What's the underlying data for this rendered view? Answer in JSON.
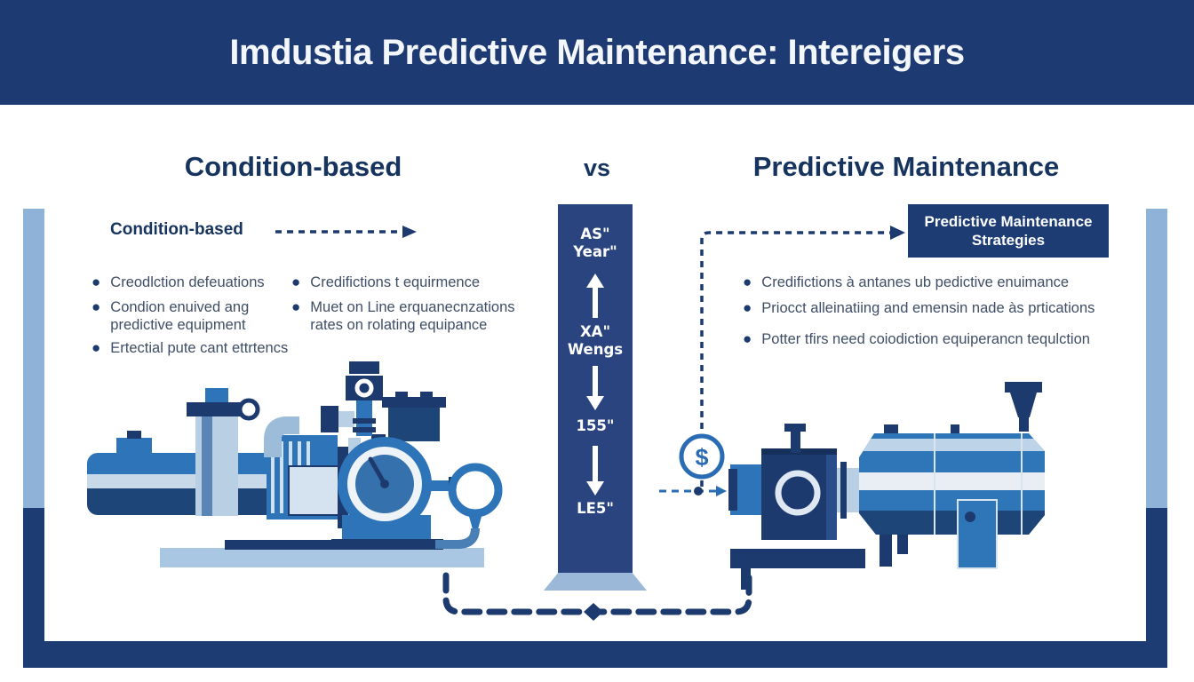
{
  "header": {
    "title": "Imdustia Predictive Maintenance: Intereigers"
  },
  "comparison": {
    "left_heading": "Condition-based",
    "vs_label": "vs",
    "right_heading": "Predictive Maintenance"
  },
  "left_panel": {
    "label": "Condition-based",
    "bullets_col1": [
      {
        "text": "Creodlction defeuations"
      },
      {
        "text": "Condion enuived ang\npredictive equipment"
      },
      {
        "text": "Ertectial pute cant ettrtencs"
      }
    ],
    "bullets_col2": [
      {
        "text": "Credifictions t equirmence"
      },
      {
        "text": "Muet on Line erquanecnzations\nrates on rolating equipance"
      }
    ]
  },
  "right_panel": {
    "strategies_box": "Predictive Maintenance\nStrategies",
    "bullets": [
      {
        "text": "Credifictions à antanes ub pedictive enuimance"
      },
      {
        "text": "Priocct alleinatiing and emensin nade às prtications"
      },
      {
        "text": "Potter tfirs need coiodiction equiperancn tequlction"
      }
    ]
  },
  "center_column": {
    "labels": [
      {
        "text": "AS\"\nYear\""
      },
      {
        "text": "XA\"\nWengs"
      },
      {
        "text": "155\""
      },
      {
        "text": "LE5\""
      }
    ]
  },
  "icons": {
    "dollar": "$"
  },
  "colors": {
    "header_navy": "#1e3a72",
    "column_navy": "#2a4480",
    "box_navy": "#1e3c74",
    "frame_light": "#8fb3d8",
    "frame_dark": "#1e3c74",
    "machine_blue": "#2e74b8",
    "machine_navy": "#1c3a6e",
    "machine_light": "#b9cfe4",
    "accent_blue": "#2a6cb3",
    "heading_navy": "#16345e",
    "body_text": "#3e4e66"
  }
}
